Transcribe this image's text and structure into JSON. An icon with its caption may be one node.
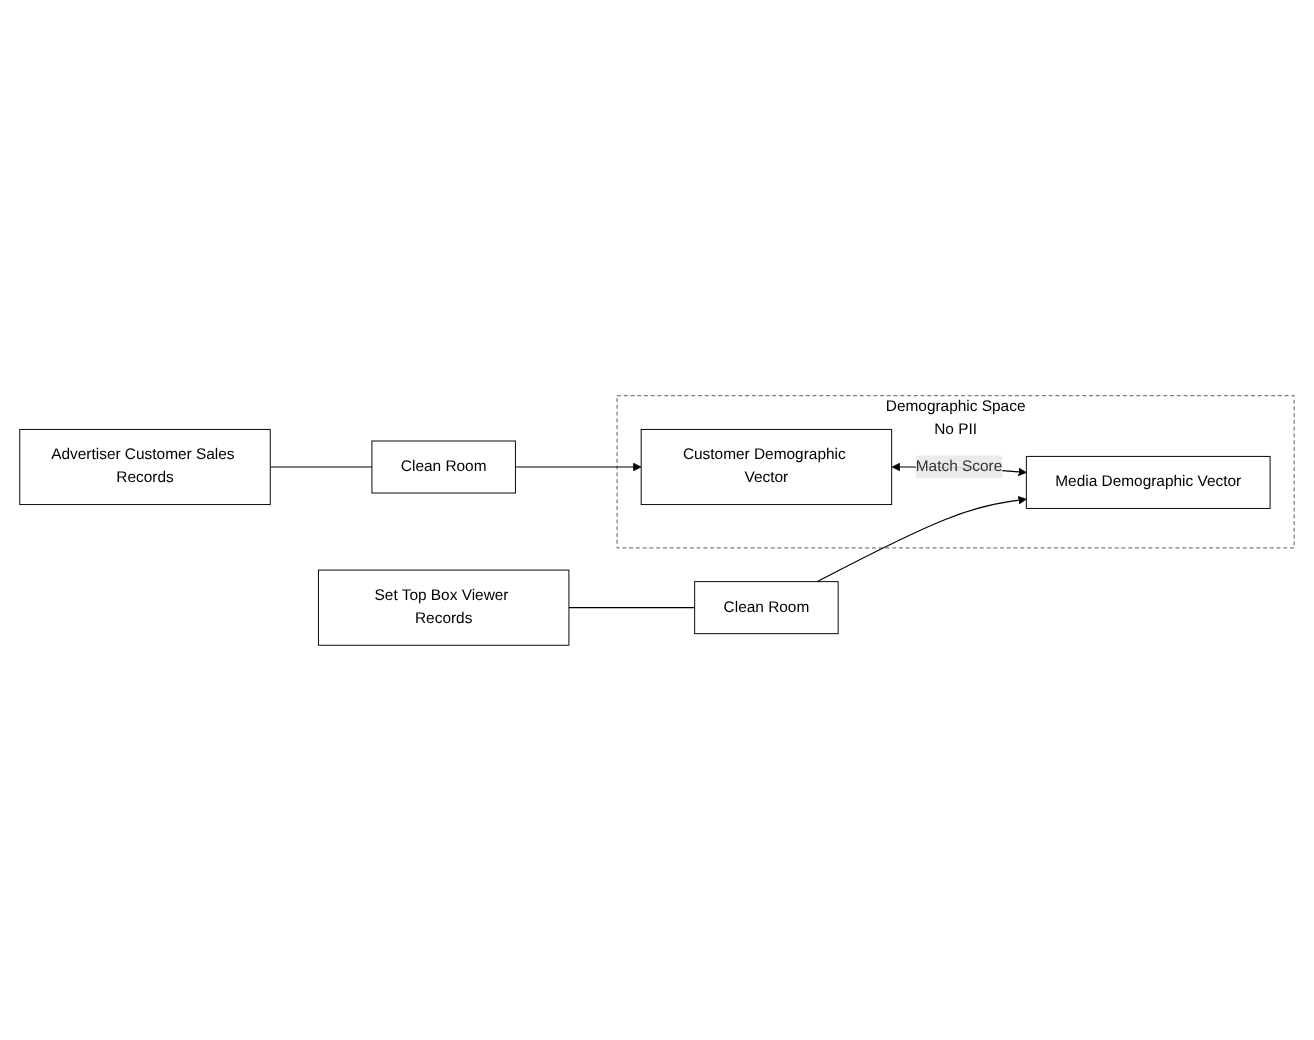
{
  "diagram": {
    "nodes": [
      {
        "text": [
          "Demographic Space",
          "No PII"
        ]
      },
      {
        "text": [
          "Advertiser Customer Sales Records"
        ]
      },
      {
        "text": [
          "Clean Room"
        ]
      },
      {
        "text": [
          "Customer Demographic Vector"
        ],
        "in": 0
      },
      {
        "text": [
          "Set Top Box Viewer Records"
        ]
      },
      {
        "text": [
          "Clean Room"
        ]
      },
      {
        "text": [
          "Media Demographic Vector"
        ],
        "in": 0
      }
    ],
    "edges": [
      {
        "from": 1,
        "to": 2,
        "arrow": "none"
      },
      {
        "from": 2,
        "to": 3,
        "arrow": "to"
      },
      {
        "from": 3,
        "to": 6,
        "arrow": "both",
        "label": "Match Score"
      },
      {
        "from": 4,
        "to": 5,
        "arrow": "none"
      },
      {
        "from": 5,
        "to": 6,
        "arrow": "to"
      }
    ]
  }
}
